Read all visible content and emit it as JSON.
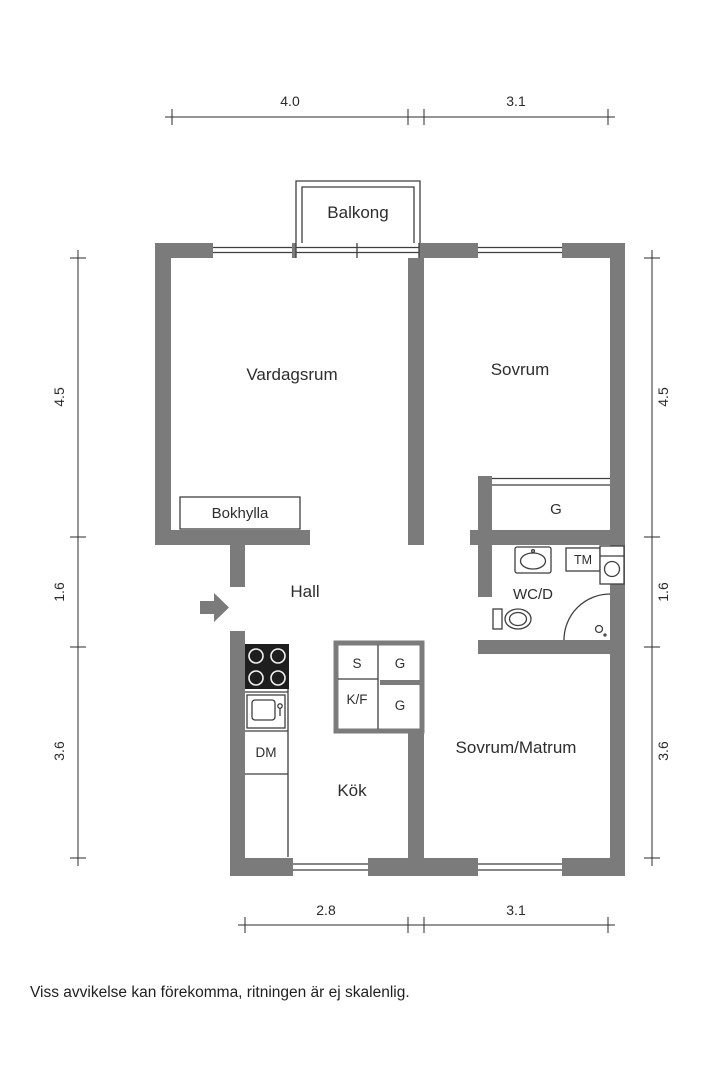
{
  "rooms": {
    "balkong": "Balkong",
    "vardagsrum": "Vardagsrum",
    "sovrum": "Sovrum",
    "bokhylla": "Bokhylla",
    "hall": "Hall",
    "g_closet": "G",
    "wcd": "WC/D",
    "tm": "TM",
    "s": "S",
    "g_top": "G",
    "kf": "K/F",
    "g_bottom": "G",
    "dm": "DM",
    "kok": "Kök",
    "sovrum_matrum": "Sovrum/Matrum"
  },
  "dims": {
    "top": [
      "4.0",
      "3.1"
    ],
    "bottom": [
      "2.8",
      "3.1"
    ],
    "left": [
      "4.5",
      "1.6",
      "3.6"
    ],
    "right": [
      "4.5",
      "1.6",
      "3.6"
    ]
  },
  "footer": {
    "disclaimer": "Viss avvikelse kan förekomma, ritningen är ej skalenlig."
  },
  "colors": {
    "wall": "#7b7b7b",
    "line": "#3f3f3f",
    "text": "#2d2d2d",
    "background": "#ffffff"
  }
}
